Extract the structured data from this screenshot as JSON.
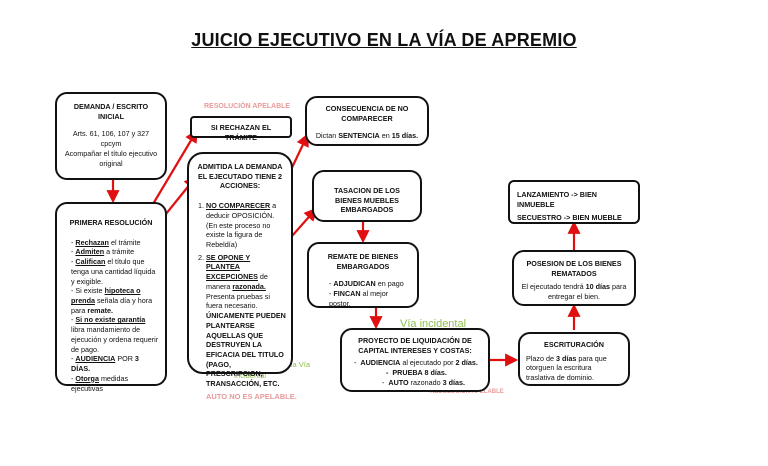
{
  "title": "JUICIO EJECUTIVO EN LA VÍA DE APREMIO",
  "demanda": {
    "heading": "DEMANDA / ESCRITO INICIAL",
    "articles": "Arts. 61, 106, 107 y 327 cpcym",
    "note": "Acompañar el título ejecutivo original"
  },
  "primera": {
    "heading": "PRIMERA RESOLUCIÓN",
    "items": [
      {
        "b": "Rechazan",
        "t": " el trámite"
      },
      {
        "b": "Admiten",
        "t": " a trámite"
      },
      {
        "b": "Califican",
        "t": " el título que tenga una cantidad líquida y exigible."
      },
      {
        "pre": "Si existe ",
        "b": "hipoteca o prenda",
        "t": " señala día y hora para ",
        "b2": "remate."
      },
      {
        "b": "Si no existe garantía",
        "t": " libra mandamiento de ejecución y ordena requerir de pago."
      },
      {
        "b": "AUDIENCIA",
        "t": " POR ",
        "b2": "3 DÍAS."
      },
      {
        "b": "Otorga",
        "t": " medidas ejecutivas"
      }
    ]
  },
  "labels": {
    "resolucion_apelable_top": "RESOLUCIÓN APELABLE",
    "resolucion_apelable_bottom": "RESOLUCIÓN APELABLE",
    "auto_no_apelable": "AUTO NO ES APELABLE.",
    "excepciones_incidental": "Excepciones se tramitarán en la Vía Incidental",
    "via_incidental": "Vía incidental"
  },
  "rechazan": {
    "text": "SI RECHAZAN EL TRÁMITE"
  },
  "admitida": {
    "heading": "ADMITIDA LA DEMANDA EL EJECUTADO TIENE 2 ACCIONES:",
    "item1_b": "NO COMPARECER",
    "item1_t": " a deducir OPOSICIÓN. (En este proceso no existe la figura de Rebeldía)",
    "item2_b": "SE OPONE Y PLANTEA EXCEPCIONES",
    "item2_t1": " de manera ",
    "item2_b2": "razonada.",
    "item2_t2": " Presenta pruebas si fuera necesario. ",
    "item2_b3": "ÚNICAMENTE PUEDEN PLANTEARSE AQUELLAS QUE DESTRUYEN LA EFICACIA DEL TITULO (PAGO, PRESCRIPCION, TRANSACCIÓN, ETC."
  },
  "consecuencia": {
    "heading": "CONSECUENCIA DE NO COMPARECER",
    "pre": "Dictan ",
    "b": "SENTENCIA",
    "post": " en ",
    "b2": "15 días."
  },
  "tasacion": {
    "text": "TASACION DE LOS BIENES MUEBLES EMBARGADOS"
  },
  "remate": {
    "heading": "REMATE DE BIENES EMBARGADOS",
    "items": [
      {
        "b": "ADJUDICAN",
        "t": " en pago"
      },
      {
        "b": "FINCAN",
        "t": " al mejor postor."
      }
    ]
  },
  "proyecto": {
    "heading": "PROYECTO DE LIQUIDACIÓN DE CAPITAL INTERESES Y COSTAS:",
    "l1a": "AUDIENCIA",
    "l1b": " al ejecutado por ",
    "l1c": "2 días.",
    "l2": "PRUEBA 8 días.",
    "l3a": "AUTO",
    "l3b": " razonado ",
    "l3c": "3 días."
  },
  "escrituracion": {
    "heading": "ESCRITURACIÓN",
    "pre": "Plazo de ",
    "b": "3 días",
    "post": " para que otorguen la escritura traslativa de dominio."
  },
  "posesion": {
    "heading": "POSESION DE LOS BIENES REMATADOS",
    "pre": "El ejecutado tendrá ",
    "b": "10 días",
    "post": " para entregar el bien."
  },
  "lanzamiento": {
    "l1": "LANZAMIENTO -> BIEN INMUEBLE",
    "l2": "SECUESTRO -> BIEN MUEBLE"
  },
  "colors": {
    "arrow": "#e01010",
    "apelable": "#e89a9a",
    "green": "#8fbe4f"
  }
}
